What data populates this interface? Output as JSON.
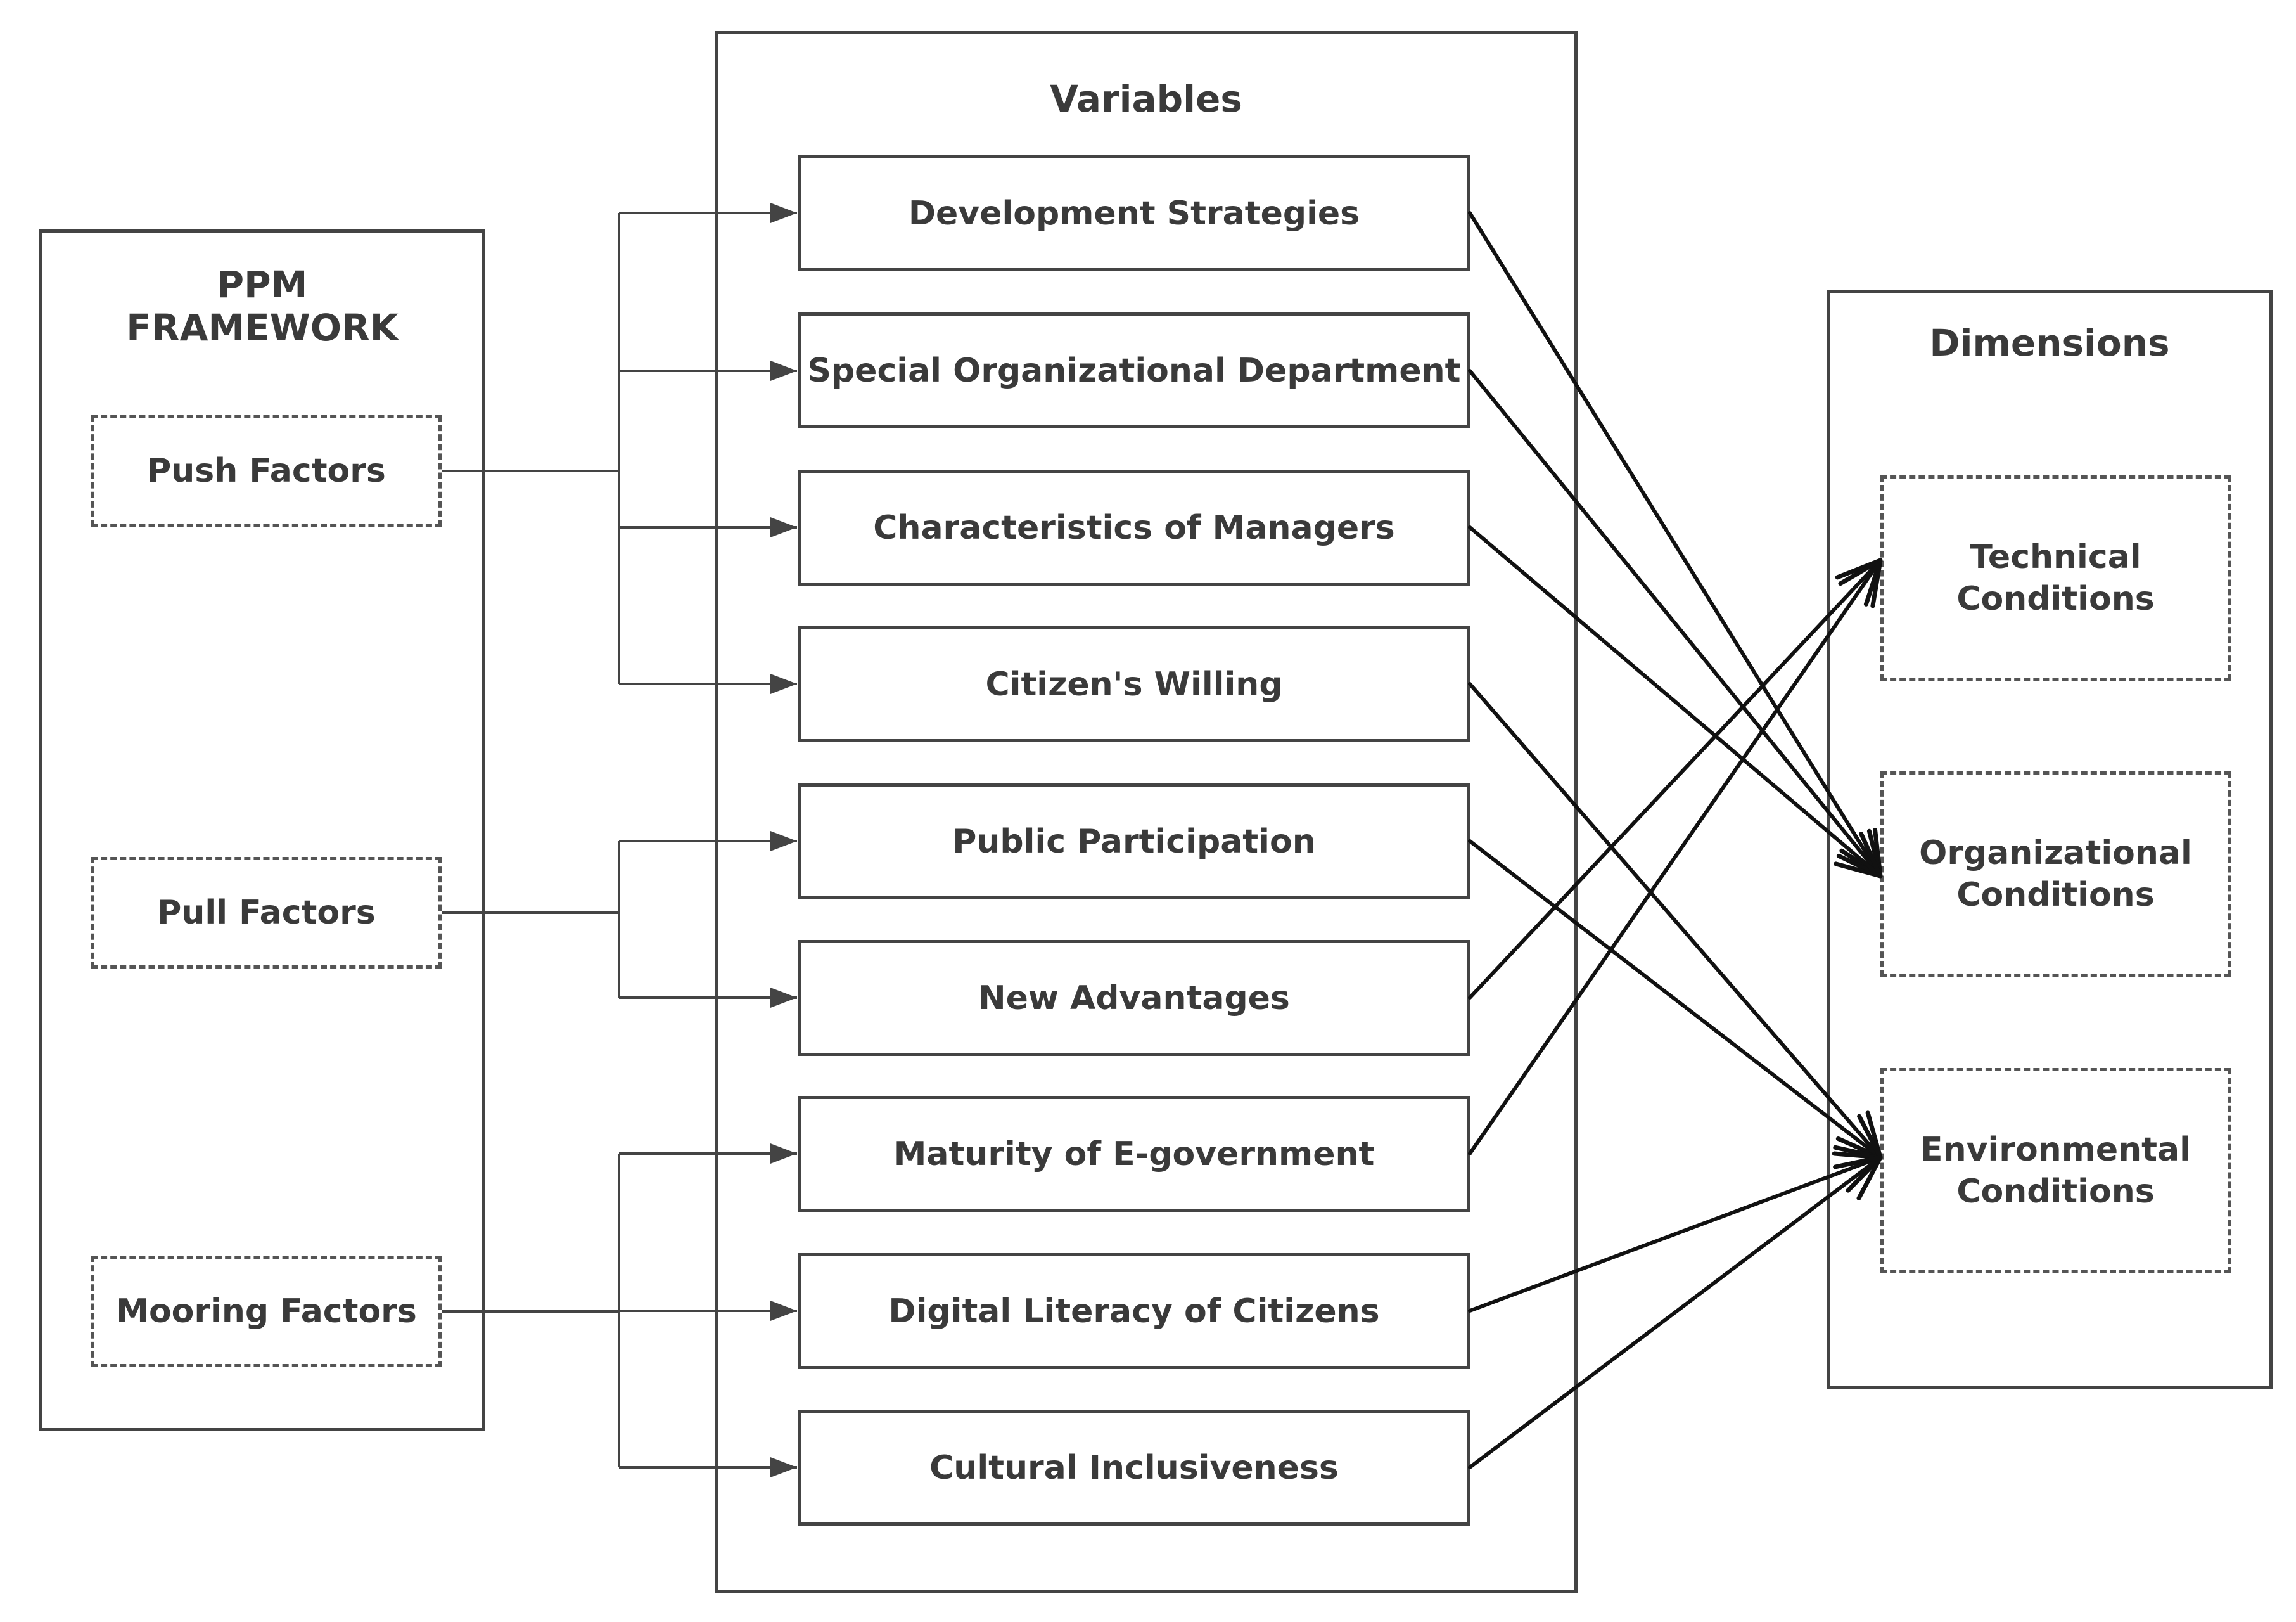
{
  "ppm": {
    "title": "PPM\nFRAMEWORK",
    "factors": [
      {
        "id": "push",
        "label": "Push Factors"
      },
      {
        "id": "pull",
        "label": "Pull Factors"
      },
      {
        "id": "mooring",
        "label": "Mooring Factors"
      }
    ]
  },
  "variables": {
    "title": "Variables",
    "items": [
      {
        "label": "Development Strategies"
      },
      {
        "label": "Special Organizational Department"
      },
      {
        "label": "Characteristics of Managers"
      },
      {
        "label": "Citizen's Willing"
      },
      {
        "label": "Public Participation"
      },
      {
        "label": "New Advantages"
      },
      {
        "label": "Maturity of E-government"
      },
      {
        "label": "Digital Literacy of Citizens"
      },
      {
        "label": "Cultural Inclusiveness"
      }
    ]
  },
  "dimensions": {
    "title": "Dimensions",
    "items": [
      {
        "id": "technical",
        "label": "Technical\nConditions"
      },
      {
        "id": "organizational",
        "label": "Organizational\nConditions"
      },
      {
        "id": "environmental",
        "label": "Environmental\nConditions"
      }
    ]
  },
  "links": {
    "factor_to_variables": {
      "push": [
        0,
        1,
        2,
        3
      ],
      "pull": [
        4,
        5
      ],
      "mooring": [
        6,
        7,
        8
      ]
    },
    "variable_to_dimension": [
      {
        "from": 0,
        "to": "organizational"
      },
      {
        "from": 1,
        "to": "organizational"
      },
      {
        "from": 2,
        "to": "organizational"
      },
      {
        "from": 3,
        "to": "environmental"
      },
      {
        "from": 4,
        "to": "environmental"
      },
      {
        "from": 5,
        "to": "technical"
      },
      {
        "from": 6,
        "to": "technical"
      },
      {
        "from": 7,
        "to": "environmental"
      },
      {
        "from": 8,
        "to": "environmental"
      }
    ]
  },
  "colors": {
    "line": "#444444",
    "arrow": "#111111",
    "text": "#3a3a3a"
  }
}
